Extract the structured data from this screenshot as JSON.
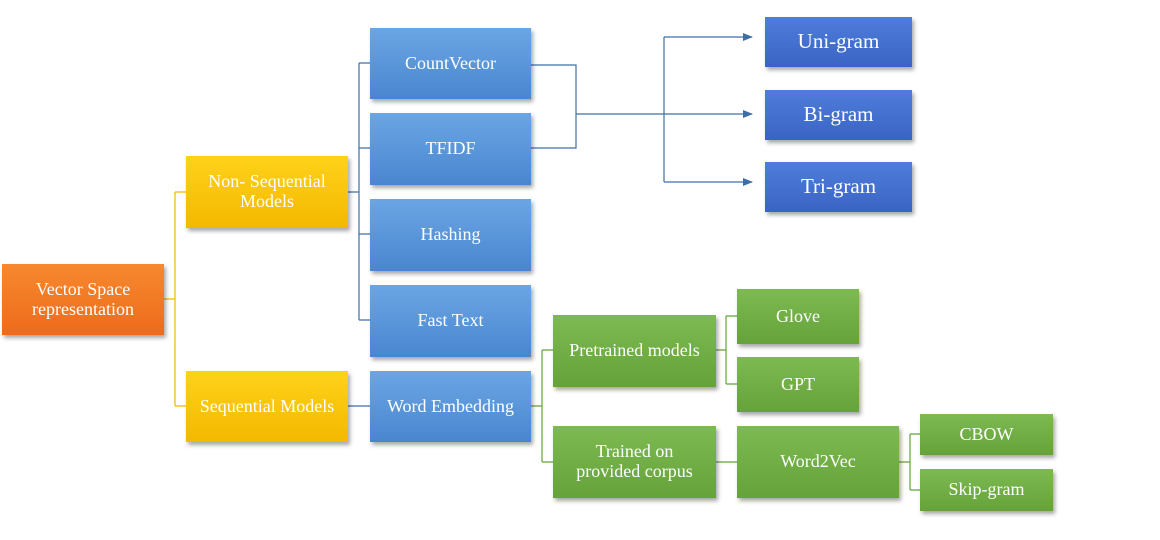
{
  "colors": {
    "orange": "#f07a25",
    "yellow": "#fbc40c",
    "blue": "#5b97db",
    "navy": "#4470d0",
    "green": "#72ae47",
    "connector_yellow": "#f4b800",
    "connector_blue": "#3e6fa8",
    "connector_green": "#64a339"
  },
  "nodes": {
    "root": "Vector Space\nrepresentation",
    "non_sequential": "Non- Sequential\nModels",
    "sequential": "Sequential Models",
    "countvector": "CountVector",
    "tfidf": "TFIDF",
    "hashing": "Hashing",
    "fasttext": "Fast Text",
    "word_embedding": "Word Embedding",
    "unigram": "Uni-gram",
    "bigram": "Bi-gram",
    "trigram": "Tri-gram",
    "pretrained": "Pretrained models",
    "trained_corpus": "Trained on\nprovided corpus",
    "glove": "Glove",
    "gpt": "GPT",
    "word2vec": "Word2Vec",
    "cbow": "CBOW",
    "skipgram": "Skip-gram"
  }
}
